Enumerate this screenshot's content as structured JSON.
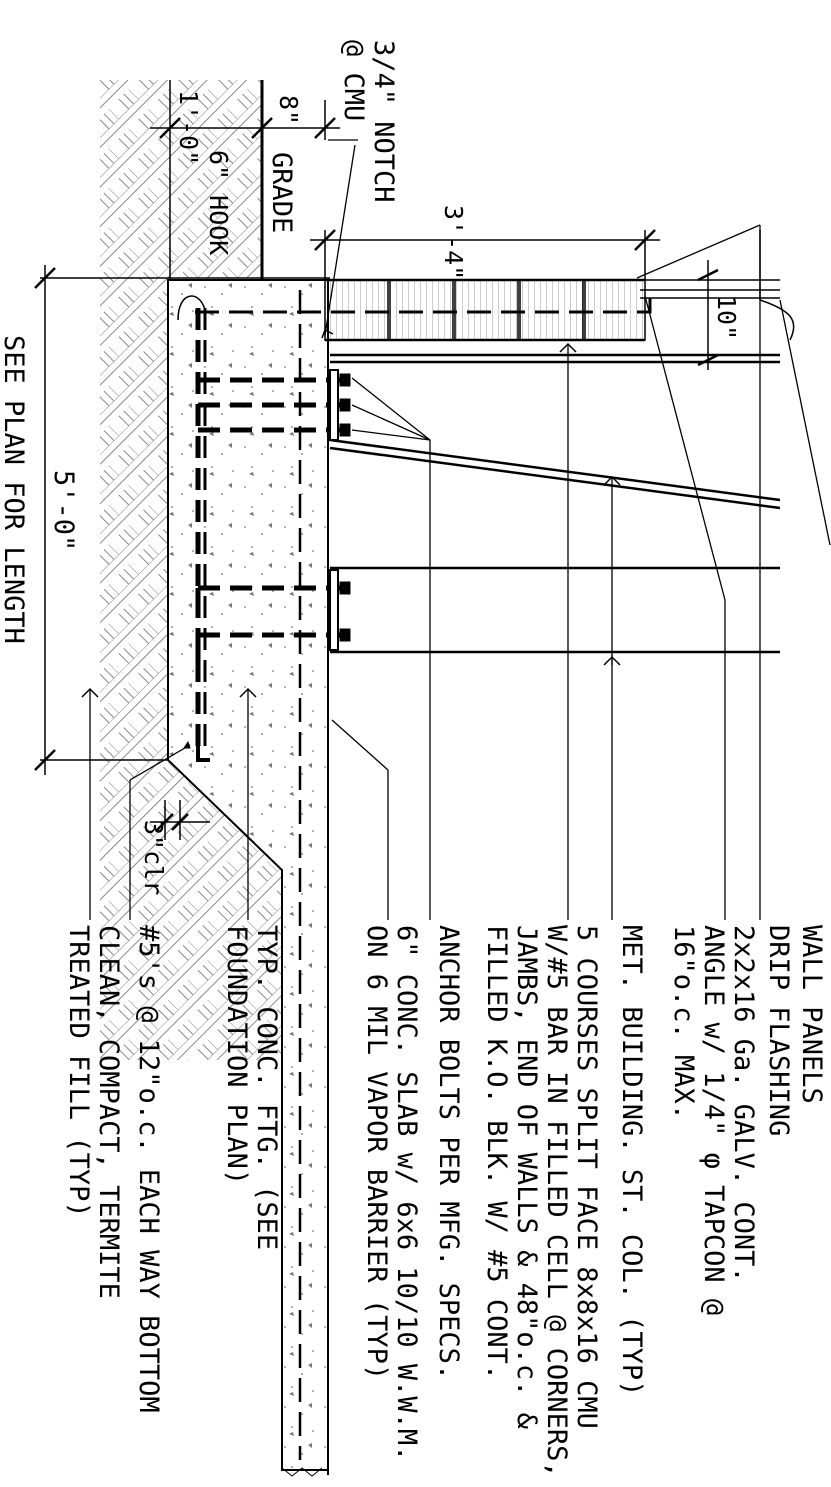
{
  "dimensions": {
    "footing_width": "1'-0\"",
    "slab_edge": "8\"",
    "block_height": "3'-4\"",
    "top_offset": "10\"",
    "footing_length": "5'-0\"",
    "clear_cover": "3\"clr"
  },
  "labels": {
    "notch_line1": "3/4\" NOTCH",
    "notch_line2": "@ CMU",
    "hook": "6\" HOOK",
    "grade": "GRADE",
    "see_plan": "SEE PLAN FOR LENGTH"
  },
  "notes": [
    [
      "WALL PANELS"
    ],
    [
      "DRIP FLASHING"
    ],
    [
      "2x2x16 Ga. GALV. CONT.",
      "ANGLE w/ 1/4\" φ TAPCON @",
      "16\"o.c. MAX."
    ],
    [
      "MET. BUILDING. ST. COL. (TYP)"
    ],
    [
      "5 COURSES SPLIT FACE 8x8x16 CMU",
      "W/#5 BAR IN FILLED CELL @ CORNERS,",
      "JAMBS, END OF WALLS & 48\"o.c. &",
      "FILLED K.O. BLK. W/ #5 CONT."
    ],
    [
      "ANCHOR BOLTS PER MFG. SPECS."
    ],
    [
      "6\" CONC. SLAB w/ 6x6 10/10 W.W.M.",
      "ON 6 MIL VAPOR BARRIER (TYP)"
    ],
    [
      "TYP. CONC. FTG. (SEE",
      "FOUNDATION PLAN)"
    ],
    [
      "#5's @ 12\"o.c. EACH WAY BOTTOM"
    ],
    [
      "CLEAN, COMPACT, TERMITE",
      "TREATED FILL (TYP)"
    ]
  ]
}
